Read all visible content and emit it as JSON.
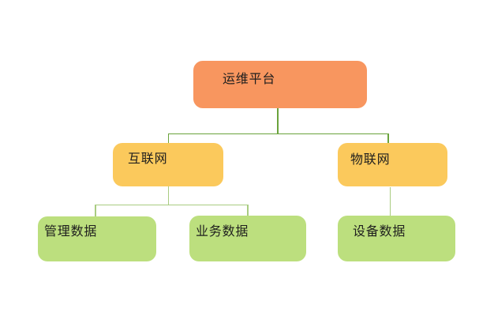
{
  "diagram": {
    "type": "org-tree-flowchart",
    "background": "#ffffff",
    "text_color": "#1e1e1e",
    "nodes": {
      "ops_platform": {
        "label": "运维平台",
        "fill": "#f8965f",
        "level": 1
      },
      "internet": {
        "label": "互联网",
        "fill": "#fbc95c",
        "level": 2
      },
      "iot": {
        "label": "物联网",
        "fill": "#fbc95c",
        "level": 2
      },
      "management_data": {
        "label": "管理数据",
        "fill": "#bcdf7e",
        "level": 3
      },
      "business_data": {
        "label": "业务数据",
        "fill": "#bcdf7e",
        "level": 3
      },
      "device_data": {
        "label": "设备数据",
        "fill": "#bcdf7e",
        "level": 3
      }
    },
    "edge_colors": {
      "level1": "#6aa33c",
      "level2": "#a9cc81"
    },
    "structure": [
      {
        "parent": "运维平台",
        "children": [
          "互联网",
          "物联网"
        ]
      },
      {
        "parent": "互联网",
        "children": [
          "管理数据",
          "业务数据"
        ]
      },
      {
        "parent": "物联网",
        "children": [
          "设备数据"
        ]
      }
    ]
  }
}
